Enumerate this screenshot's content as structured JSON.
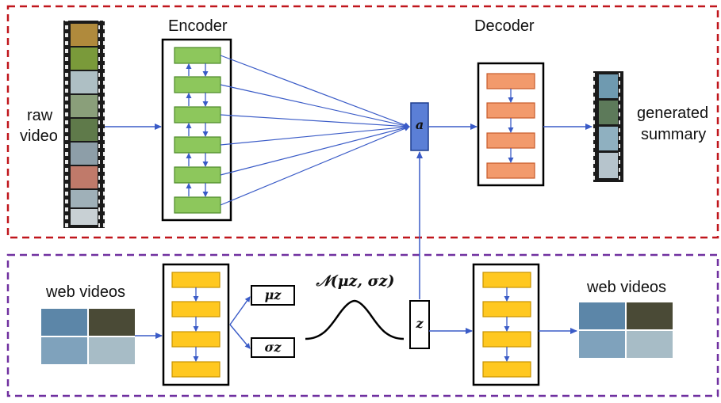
{
  "top_section": {
    "raw_video_label": [
      "raw",
      "video"
    ],
    "encoder_label": "Encoder",
    "decoder_label": "Decoder",
    "attention_symbol": "a",
    "output_label": [
      "generated",
      "summary"
    ]
  },
  "bottom_section": {
    "input_label": "web videos",
    "output_label": "web videos",
    "mu_label": "μz",
    "sigma_label": "σz",
    "latent_symbol": "z",
    "distribution_label": "𝒩(μz, σz)"
  },
  "colors": {
    "top_border": "#c0161c",
    "bottom_border": "#7030a0",
    "encoder_block": "#8dc75c",
    "decoder_block": "#f29a6c",
    "bottom_block": "#ffc820",
    "arrow": "#3a5bc7",
    "attention_fill": "#5b7fd6"
  }
}
